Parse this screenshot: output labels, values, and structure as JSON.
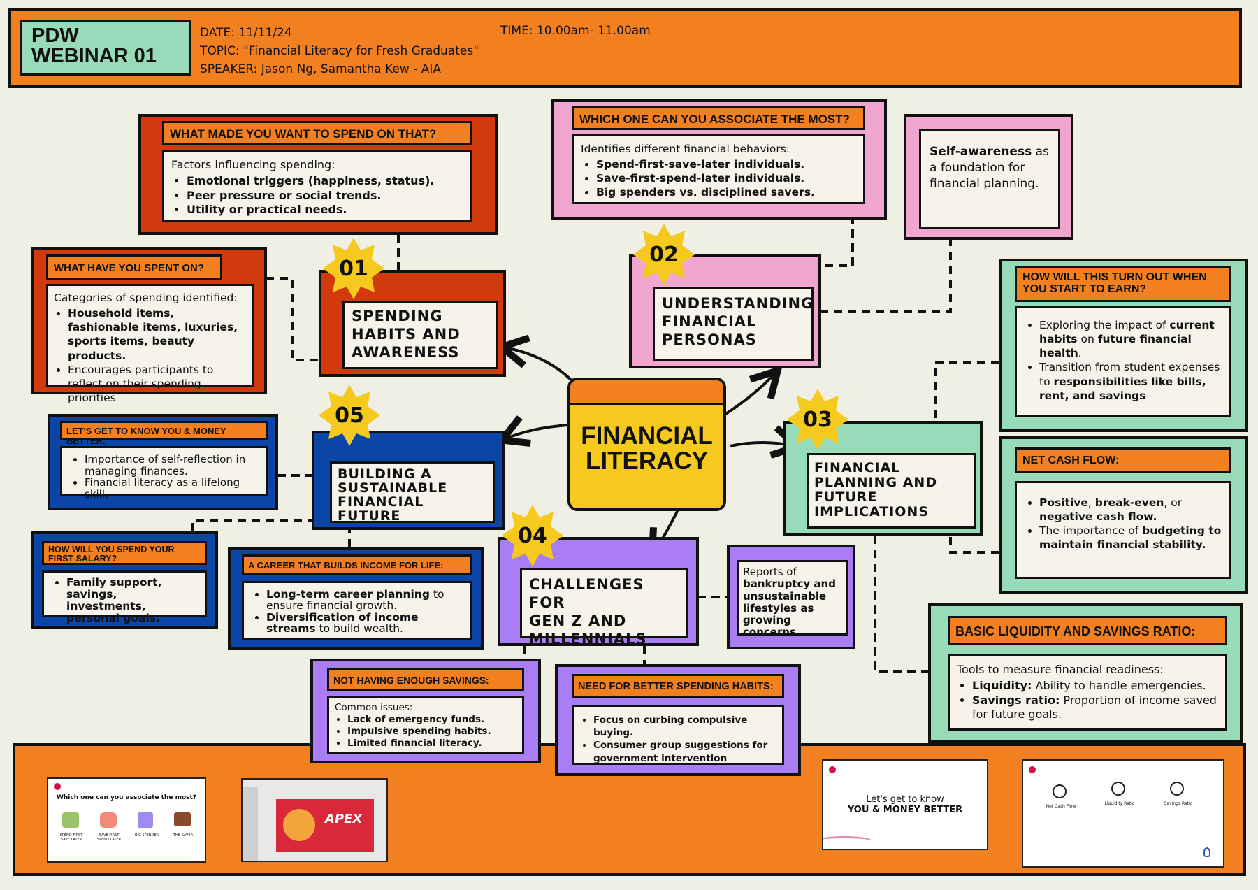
{
  "header": {
    "badge_line1": "PDW",
    "badge_line2": "WEBINAR 01",
    "date": "DATE: 11/11/24",
    "time": "TIME: 10.00am- 11.00am",
    "topic": "TOPIC: \"Financial Literacy for Fresh Graduates\"",
    "speaker": "SPEAKER: Jason Ng, Samantha Kew - AIA"
  },
  "center": {
    "line1": "FINANCIAL",
    "line2": "LITERACY"
  },
  "topics": {
    "t01": {
      "num": "01",
      "title_lines": [
        "SPENDING",
        "HABITS AND",
        "AWARENESS"
      ]
    },
    "t02": {
      "num": "02",
      "title_lines": [
        "UNDERSTANDING",
        "FINANCIAL",
        "PERSONAS"
      ]
    },
    "t03": {
      "num": "03",
      "title_lines": [
        "FINANCIAL",
        "PLANNING AND",
        "FUTURE",
        "IMPLICATIONS"
      ]
    },
    "t04": {
      "num": "04",
      "title_lines": [
        "CHALLENGES FOR",
        "GEN Z AND",
        "MILLENNIALS"
      ]
    },
    "t05": {
      "num": "05",
      "title_lines": [
        "BUILDING A",
        "SUSTAINABLE",
        "FINANCIAL",
        "FUTURE"
      ]
    }
  },
  "boxes": {
    "spend_on_that": {
      "header": "WHAT MADE YOU WANT TO SPEND ON THAT?",
      "intro": "Factors influencing spending:",
      "items": [
        "Emotional triggers (happiness, status).",
        "Peer pressure or social trends.",
        "Utility or practical needs."
      ]
    },
    "spent_on": {
      "header": "WHAT HAVE YOU SPENT ON?",
      "intro": "Categories of spending identified:",
      "item1": "Household items, fashionable items, luxuries, sports items, beauty products.",
      "item2": "Encourages participants to reflect on their spending priorities"
    },
    "associate": {
      "header": "WHICH ONE CAN YOU ASSOCIATE THE MOST?",
      "intro": "Identifies different financial behaviors:",
      "items": [
        "Spend-first-save-later individuals.",
        "Save-first-spend-later individuals.",
        "Big spenders vs. disciplined savers."
      ]
    },
    "self_awareness": {
      "bold": "Self-awareness",
      "rest": " as a foundation for financial planning."
    },
    "turn_out": {
      "header": "HOW WILL THIS TURN OUT WHEN YOU START TO EARN?",
      "i1a": "Exploring the impact of ",
      "i1b": "current habits",
      "i1c": " on ",
      "i1d": "future financial health",
      "i1e": ".",
      "i2a": "Transition from student expenses to ",
      "i2b": "responsibilities like bills, rent, and savings"
    },
    "net_cash": {
      "header": "NET CASH FLOW:",
      "i1a": "Positive",
      "i1b": ", ",
      "i1c": "break-even",
      "i1d": ", or ",
      "i1e": "negative cash flow.",
      "i2a": "The importance of ",
      "i2b": "budgeting to maintain financial stability."
    },
    "liquidity": {
      "header": "BASIC LIQUIDITY AND SAVINGS RATIO:",
      "intro": "Tools to measure financial readiness:",
      "i1a": "Liquidity:",
      "i1b": " Ability to handle emergencies.",
      "i2a": "Savings ratio:",
      "i2b": " Proportion of income saved for future goals."
    },
    "know_money": {
      "header": "LET'S GET TO KNOW YOU & MONEY BETTER:",
      "items": [
        "Importance of self-reflection in managing finances.",
        "Financial literacy as a lifelong skill."
      ]
    },
    "first_salary": {
      "header": "HOW WILL YOU SPEND YOUR FIRST SALARY?",
      "items": [
        "Family support, savings, investments, personal goals."
      ]
    },
    "career": {
      "header": "A CAREER THAT BUILDS INCOME FOR LIFE:",
      "i1a": "Long-term career planning",
      "i1b": " to ensure financial growth.",
      "i2a": "Diversification of income streams",
      "i2b": " to build wealth."
    },
    "bankruptcy": {
      "a": "Reports of ",
      "b": "bankruptcy and unsustainable lifestyles as growing concerns."
    },
    "savings": {
      "header": "NOT HAVING ENOUGH SAVINGS:",
      "intro": "Common issues:",
      "items": [
        "Lack of emergency funds.",
        "Impulsive spending habits.",
        "Limited financial literacy."
      ]
    },
    "better_habits": {
      "header": "NEED FOR BETTER SPENDING HABITS:",
      "items": [
        "Focus on curbing compulsive buying.",
        "Consumer group suggestions for government intervention"
      ]
    }
  },
  "thumbnails": {
    "t1": {
      "title": "Which one can you associate the most?",
      "labels": [
        "SPEND FIRST SAVE LATER",
        "SAVE FIRST SPEND LATER",
        "BIG SPENDER",
        "THE SAVER"
      ]
    },
    "t2": {
      "brand": "APEX"
    },
    "t3": {
      "line1": "Let's get to know",
      "line2": "YOU & MONEY BETTER"
    },
    "t4": {
      "labels": [
        "Net Cash Flow",
        "Liquidity Ratio",
        "Savings Ratio"
      ]
    }
  },
  "colors": {
    "orange": "#f28021",
    "red": "#d23a0e",
    "pink": "#f0a6cf",
    "mint": "#97dbb9",
    "blue": "#0b45a8",
    "purple": "#a97ef5",
    "yellow": "#f5c91d",
    "badge_green": "#97dbb9",
    "background": "#f0efe4"
  }
}
